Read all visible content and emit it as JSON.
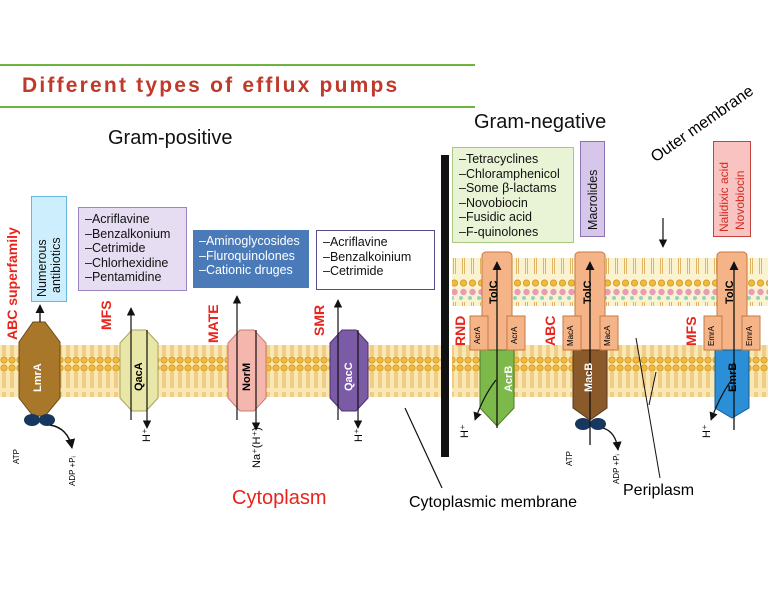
{
  "title": "Different  types of efflux pumps",
  "headings": {
    "gram_positive": "Gram-positive",
    "gram_negative": "Gram-negative",
    "outer_membrane": "Outer membrane",
    "cytoplasm": "Cytoplasm",
    "cytoplasmic_membrane": "Cytoplasmic membrane",
    "periplasm": "Periplasm"
  },
  "families": {
    "abc_superfamily": "ABC superfamily",
    "mfs": "MFS",
    "mate": "MATE",
    "smr": "SMR",
    "rnd": "RND",
    "abc": "ABC",
    "mfs_neg": "MFS"
  },
  "proteins": {
    "lmra": "LmrA",
    "qaca": "QacA",
    "norm": "NorM",
    "qacc": "QacC",
    "tolc": "TolC",
    "acrb": "AcrB",
    "acra": "AcrA",
    "macb": "MacB",
    "maca": "MacA",
    "emrb": "EmrB",
    "emra": "EmrA"
  },
  "ions": {
    "h": "H⁺",
    "na": "Na⁺(H⁺)",
    "atp": "ATP",
    "adp": "ADP +Pᵢ"
  },
  "substrates": {
    "numerous": [
      "Numerous",
      "antibiotics"
    ],
    "mfs": [
      "–Acriflavine",
      "–Benzalkonium",
      "–Cetrimide",
      "–Chlorhexidine",
      "–Pentamidine"
    ],
    "mate": [
      "–Aminoglycosides",
      "–Fluroquinolones",
      "–Cationic druges"
    ],
    "smr": [
      "–Acriflavine",
      "–Benzalkoinium",
      "–Cetrimide"
    ],
    "rnd": [
      "–Tetracyclines",
      "–Chloramphenicol",
      "–Some β-lactams",
      "–Novobiocin",
      "–Fusidic acid",
      "–F-quinolones"
    ],
    "macrolides": "Macrolides",
    "nalidixic": [
      "Nalidixic acid",
      "Novobiocin"
    ]
  },
  "colors": {
    "title": "#c0392b",
    "family_red": "#e8241c",
    "rule_green": "#6db33f",
    "membrane": "#f5d58a",
    "lmra": "#a9772a",
    "qaca": "#e9e7a8",
    "norm": "#f4b6ad",
    "qacc": "#7b5aa6",
    "tolc": "#f4b488",
    "acrb": "#7cb84a",
    "macb": "#8b5a2b",
    "emrb": "#2a8fd6"
  }
}
